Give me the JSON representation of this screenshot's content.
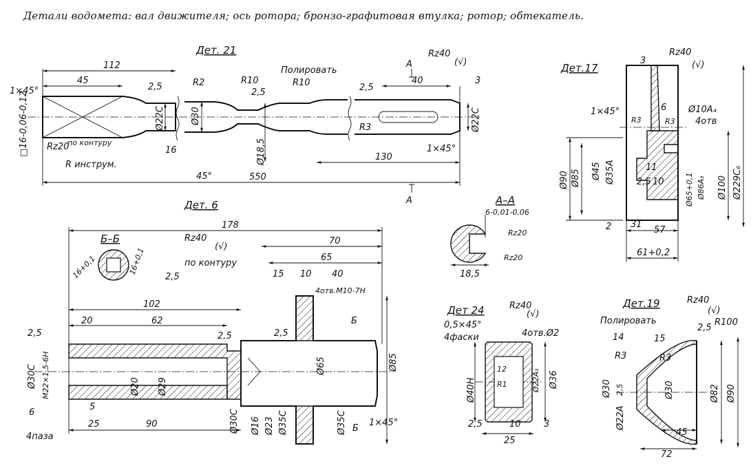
{
  "caption": "Детали водомета: вал движителя; ось ротора; бронзо-графитовая втулка; ротор; обтекатель.",
  "det21": {
    "title": "Дет. 21",
    "rz": "Rz40",
    "rz_paren": "(√)",
    "section_mark": "А",
    "labels": [
      "112",
      "45",
      "1×45°",
      "2,5",
      "R2",
      "R10",
      "2,5",
      "Полировать",
      "R10",
      "2,5",
      "40",
      "3",
      "Ø30",
      "Ø22С",
      "R3",
      "Ø22С",
      "□16-0,06-0,12",
      "Rz20",
      "по контуру",
      "R инструм.",
      "16",
      "45°",
      "Ø18,5",
      "130",
      "1×45°",
      "550"
    ]
  },
  "det17": {
    "title": "Дет.17",
    "rz": "Rz40",
    "rz_paren": "(√)",
    "labels": [
      "3",
      "6",
      "Ø10А₄",
      "4отв",
      "R3",
      "R3",
      "1×45°",
      "Ø90",
      "Ø85",
      "Ø45",
      "Ø35А",
      "11",
      "2,5",
      "10",
      "Ø65+0,1",
      "Ø86А₃",
      "Ø100",
      "Ø229С₆",
      "2",
      "31",
      "57",
      "61+0,2"
    ]
  },
  "sectionAA": {
    "title": "А–А",
    "labels": [
      "6-0,01-0,06",
      "Rz20",
      "Rz20",
      "18,5"
    ]
  },
  "det6": {
    "title": "Дет. 6",
    "rz": "Rz40",
    "rz_paren": "(√)",
    "section_title": "Б–Б",
    "labels": [
      "178",
      "70",
      "65",
      "15",
      "10",
      "40",
      "4отв.М10-7Н",
      "16+0,1",
      "16+0,1",
      "по контуру",
      "2,5",
      "102",
      "20",
      "62",
      "2,5",
      "2,5",
      "2,5",
      "Б",
      "Ø85",
      "Ø65",
      "Ø30С",
      "М22×1,5-6Н",
      "Ø20",
      "Ø29",
      "Ø30С",
      "Ø16",
      "Ø23",
      "Ø35С",
      "Ø35С",
      "Б",
      "1×45°",
      "6",
      "5",
      "4паза",
      "25",
      "90"
    ]
  },
  "det24": {
    "title": "Дет 24",
    "rz": "Rz40",
    "rz_paren": "(√)",
    "labels": [
      "0,5×45°",
      "4фаски",
      "4отв.Ø2",
      "Ø40Н",
      "Ø22А₃",
      "Ø36",
      "R1",
      "12",
      "2,5",
      "10",
      "3",
      "25"
    ]
  },
  "det19": {
    "title": "Дет.19",
    "rz": "Rz40",
    "rz_paren": "(√)",
    "labels": [
      "Полировать",
      "2,5",
      "R100",
      "14",
      "15",
      "R3",
      "R3",
      "Ø30",
      "2,5",
      "Ø30",
      "Ø22А",
      "Ø82",
      "Ø90",
      "45",
      "72"
    ]
  }
}
